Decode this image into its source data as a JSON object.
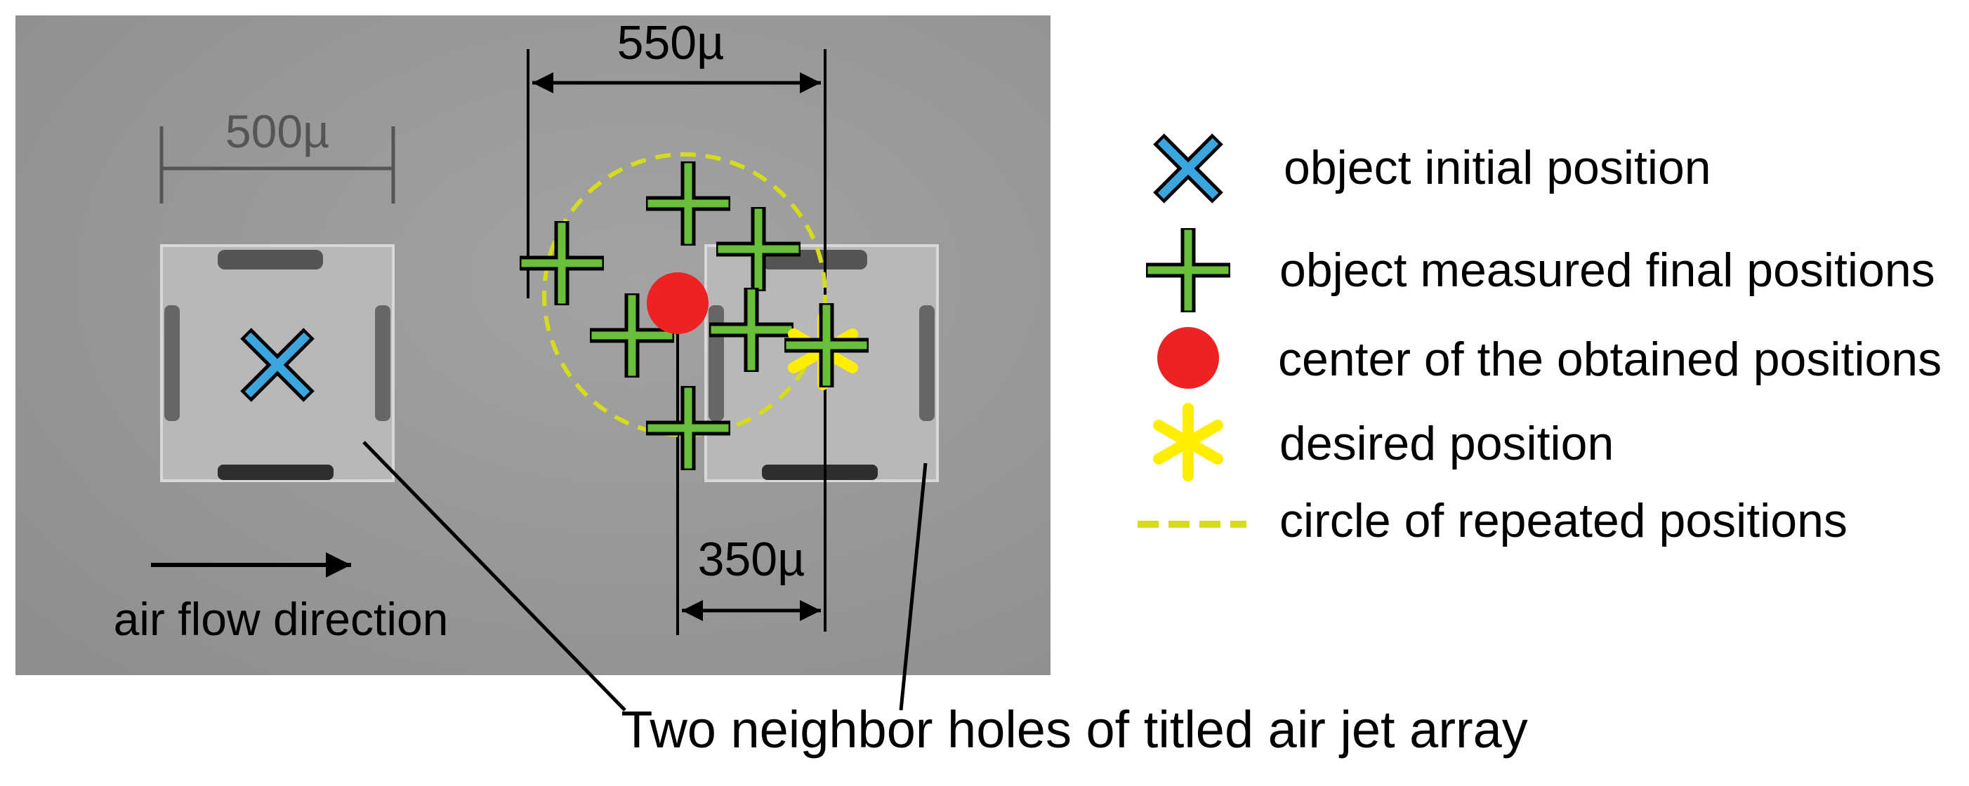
{
  "scale_bar": {
    "label": "500µ"
  },
  "dimensions": {
    "outer_spacing": "550µ",
    "inner_spacing": "350µ"
  },
  "flow": {
    "label": "air flow direction"
  },
  "caption": {
    "text": "Two neighbor holes of titled air jet array"
  },
  "legend": {
    "items": [
      {
        "icon": "blue-x-icon",
        "label": "object initial position"
      },
      {
        "icon": "green-plus-icon",
        "label": "object measured final positions"
      },
      {
        "icon": "red-dot-icon",
        "label": "center of the obtained positions"
      },
      {
        "icon": "yellow-asterisk-icon",
        "label": "desired position"
      },
      {
        "icon": "dashed-line-icon",
        "label": "circle of repeated positions"
      }
    ]
  },
  "colors": {
    "initial_marker": "#3aa6dd",
    "final_marker": "#6abf3a",
    "center_marker": "#ee2222",
    "desired_marker": "#ffee00",
    "repeat_circle": "#d4dc1c",
    "sem_background": "#9a9a9a"
  }
}
